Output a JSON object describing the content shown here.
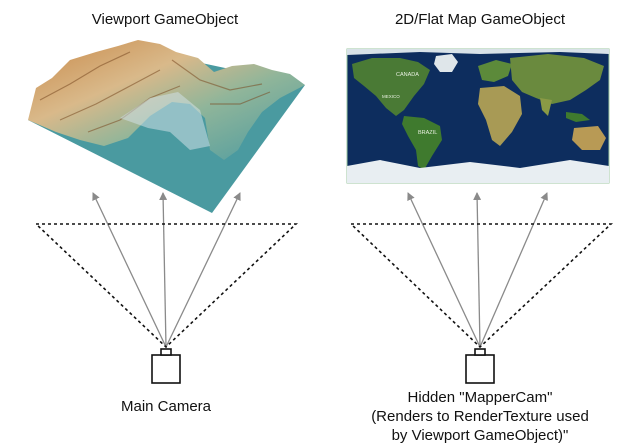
{
  "left_panel": {
    "title": "Viewport GameObject",
    "camera_label": "Main Camera"
  },
  "right_panel": {
    "title": "2D/Flat Map GameObject",
    "camera_label": "Hidden \"MapperCam\"\n(Renders to RenderTexture used\nby Viewport GameObject)\"",
    "map_labels": {
      "canada": "CANADA",
      "brazil": "BRAZIL",
      "small_place": "MEXICO"
    }
  },
  "colors": {
    "arrow": "#8a8a8a",
    "frustum": "#111111",
    "water": "#4a9aa0",
    "ocean": "#0d2d5e",
    "land": "#4a7a35",
    "ice": "#e8eef2"
  }
}
